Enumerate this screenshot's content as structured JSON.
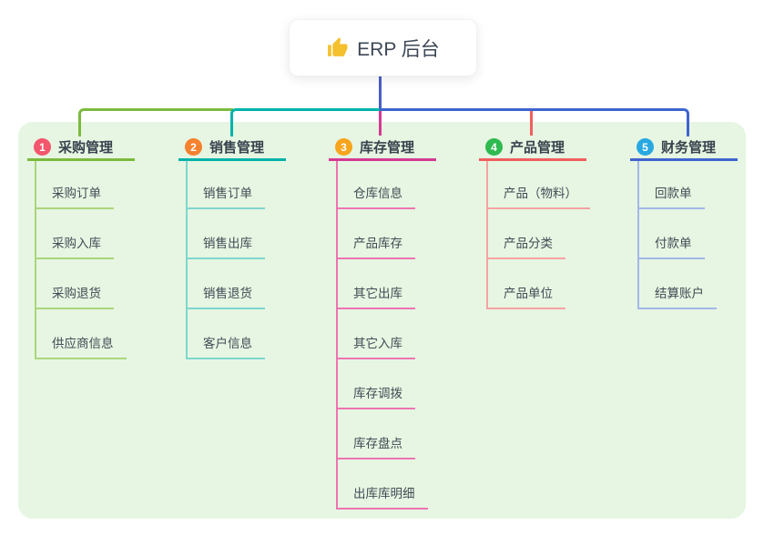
{
  "root": {
    "title": "ERP 后台",
    "icon": "thumbs-up-icon"
  },
  "branches": [
    {
      "badge": "1",
      "label": "采购管理",
      "badge_color": "#f4566c",
      "line_color": "#7cba3d",
      "light_color": "#abd57d",
      "children": [
        "采购订单",
        "采购入库",
        "采购退货",
        "供应商信息"
      ]
    },
    {
      "badge": "2",
      "label": "销售管理",
      "badge_color": "#f6812e",
      "line_color": "#00b3a9",
      "light_color": "#7fd6cf",
      "children": [
        "销售订单",
        "销售出库",
        "销售退货",
        "客户信息"
      ]
    },
    {
      "badge": "3",
      "label": "库存管理",
      "badge_color": "#f7a51d",
      "line_color": "#d63a93",
      "light_color": "#ee74b2",
      "children": [
        "仓库信息",
        "产品库存",
        "其它出库",
        "其它入库",
        "库存调拨",
        "库存盘点",
        "出库库明细"
      ]
    },
    {
      "badge": "4",
      "label": "产品管理",
      "badge_color": "#2eba50",
      "line_color": "#f25e5e",
      "light_color": "#f7a2a2",
      "children": [
        "产品（物料）",
        "产品分类",
        "产品单位"
      ]
    },
    {
      "badge": "5",
      "label": "财务管理",
      "badge_color": "#28a8e1",
      "line_color": "#3f64cf",
      "light_color": "#a3b7e8",
      "children": [
        "回款单",
        "付款单",
        "结算账户"
      ]
    }
  ],
  "colors": {
    "panel_bg": "#e6f6e2",
    "root_line": "#4a5ec7",
    "thumb_icon": "#f5c02e",
    "title_text": "#39424e",
    "child_text": "#414b55"
  }
}
